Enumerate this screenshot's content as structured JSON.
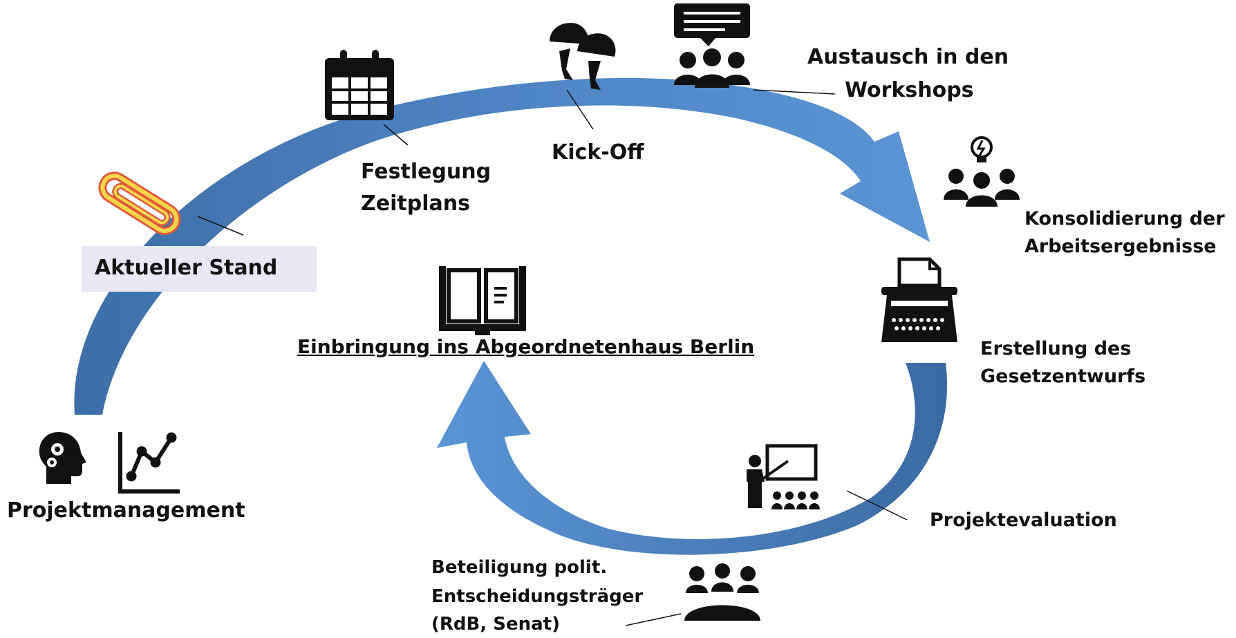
{
  "diagram": {
    "center": {
      "label": "Einbringung ins Abgeordnetenhaus Berlin",
      "icon": "book-icon"
    },
    "steps": [
      {
        "id": "projektmanagement",
        "label": "Projektmanagement",
        "icons": [
          "head-gears-icon",
          "line-chart-icon"
        ]
      },
      {
        "id": "aktueller-stand",
        "label": "Aktueller Stand",
        "icons": [
          "paperclip-icon"
        ],
        "highlight": true
      },
      {
        "id": "zeitplan",
        "label_line1": "Festlegung",
        "label_line2": "Zeitplans",
        "icons": [
          "calendar-icon"
        ]
      },
      {
        "id": "kickoff",
        "label": "Kick-Off",
        "icons": [
          "champagne-glasses-icon"
        ]
      },
      {
        "id": "workshops",
        "label_line1": "Austausch in den",
        "label_line2": "Workshops",
        "icons": [
          "group-presentation-icon"
        ]
      },
      {
        "id": "konsolidierung",
        "label_line1": "Konsolidierung der",
        "label_line2": "Arbeitsergebnisse",
        "icons": [
          "team-idea-icon"
        ]
      },
      {
        "id": "gesetzentwurf",
        "label_line1": "Erstellung des",
        "label_line2": "Gesetzentwurfs",
        "icons": [
          "typewriter-icon"
        ]
      },
      {
        "id": "evaluation",
        "label": "Projektevaluation",
        "icons": [
          "teacher-presentation-icon"
        ]
      },
      {
        "id": "beteiligung",
        "label_line1": "Beteiligung polit.",
        "label_line2": "Entscheidungsträger",
        "label_line3": "(RdB, Senat)",
        "icons": [
          "meeting-table-icon"
        ]
      }
    ],
    "colors": {
      "arrow_light": "#5b93d3",
      "arrow_dark": "#3b6da6",
      "highlight_box": "#e8e7f3",
      "paperclip_outline": "#e05a3a",
      "paperclip_fill": "#f7d64a",
      "text": "#111111"
    }
  }
}
